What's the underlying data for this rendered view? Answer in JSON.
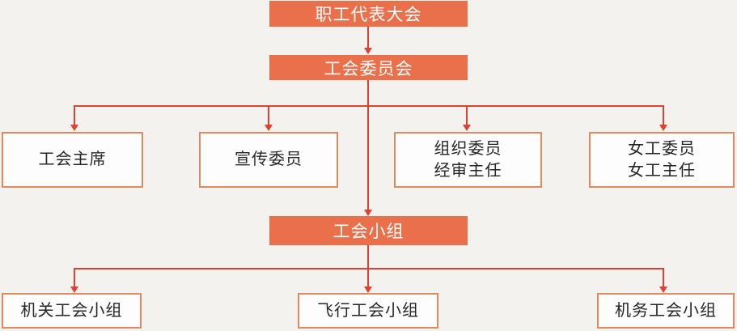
{
  "colors": {
    "bg": "#F4F2EE",
    "node-fill": "#E9704A",
    "node-border": "#E08A62",
    "node-bg": "#FDFDFD",
    "line": "#DD4130",
    "text-dark": "#262626",
    "text-light": "#FFFFFF"
  },
  "org_chart": {
    "root": {
      "label": "职工代表大会"
    },
    "committee": {
      "label": "工会委员会"
    },
    "members": [
      {
        "label": "工会主席"
      },
      {
        "label": "宣传委员"
      },
      {
        "lines": [
          "组织委员",
          "经审主任"
        ]
      },
      {
        "lines": [
          "女工委员",
          "女工主任"
        ]
      }
    ],
    "group": {
      "label": "工会小组"
    },
    "subgroups": [
      {
        "label": "机关工会小组"
      },
      {
        "label": "飞行工会小组"
      },
      {
        "label": "机务工会小组"
      }
    ]
  }
}
